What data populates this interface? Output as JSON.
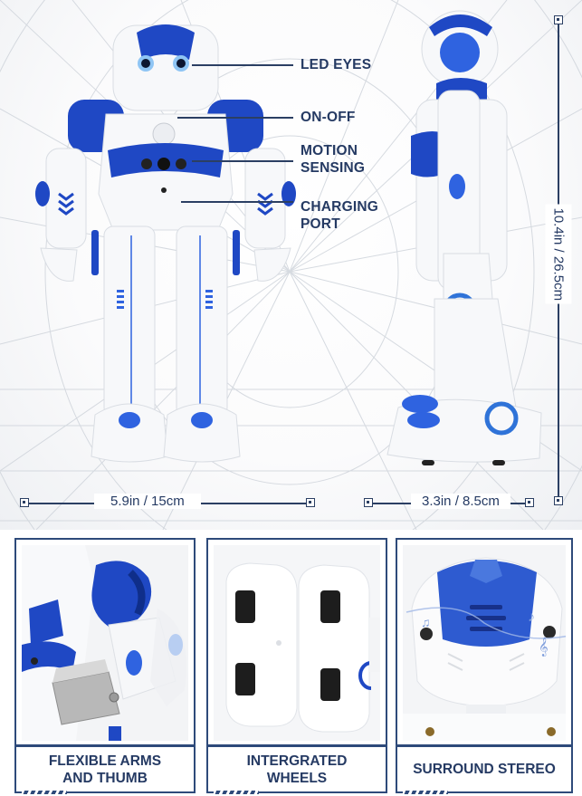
{
  "hero": {
    "callouts": [
      {
        "label": "LED EYES"
      },
      {
        "label": "ON-OFF"
      },
      {
        "label_line1": "MOTION",
        "label_line2": "SENSING"
      },
      {
        "label_line1": "CHARGING",
        "label_line2": "PORT"
      }
    ],
    "dimensions": {
      "front_width": "5.9in / 15cm",
      "side_depth": "3.3in / 8.5cm",
      "height": "10.4in / 26.5cm"
    }
  },
  "features": [
    {
      "line1": "FLEXIBLE ARMS",
      "line2": "AND THUMB",
      "image": "robot-arm-holding-block"
    },
    {
      "line1": "INTERGRATED",
      "line2": "WHEELS",
      "image": "robot-feet-wheels"
    },
    {
      "line1": "SURROUND STEREO",
      "line2": "",
      "image": "robot-head-speakers"
    }
  ],
  "colors": {
    "accent_blue": "#1f48c4",
    "text_navy": "#253a63",
    "border_navy": "#2e4a7a"
  }
}
